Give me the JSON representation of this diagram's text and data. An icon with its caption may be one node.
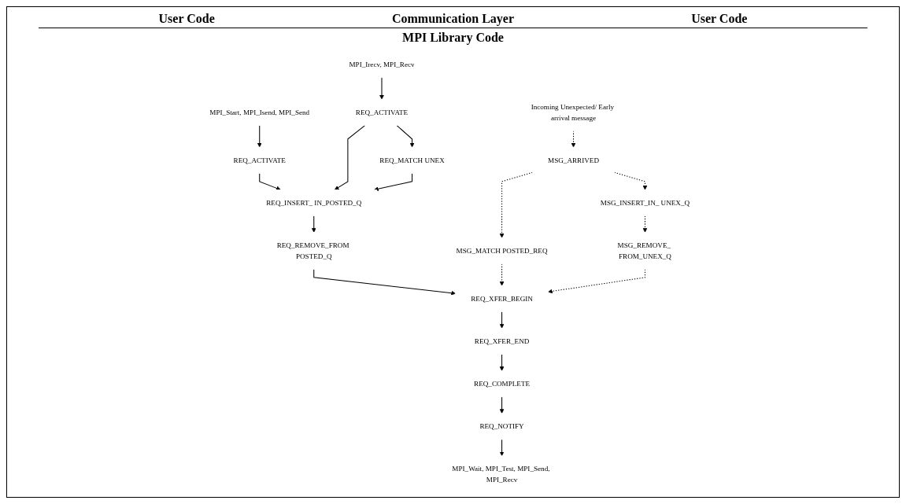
{
  "diagram": {
    "nodes": [
      {
        "text": [
          "MPI_Start, MPI_Isend, MPI_Send"
        ]
      },
      {
        "text": [
          "MPI_Irecv, MPI_Recv"
        ]
      },
      {
        "text": [
          "Incoming Unexpected/ Early arrival message"
        ]
      },
      {
        "text": [
          "MPI_Wait, MPI_Test, MPI_Send, MPI_Recv"
        ]
      },
      {
        "text": [
          "REQ_ACTIVATE"
        ]
      },
      {
        "text": [
          "REQ_ACTIVATE"
        ]
      },
      {
        "text": [
          "MSG_ARRIVED"
        ]
      },
      {
        "text": [
          "REQ_MATCH UNEX"
        ]
      },
      {
        "text": [
          "MSG_MATCH POSTED_REQ"
        ]
      },
      {
        "text": [
          "MSG_INSERT_IN_ UNEX_Q"
        ]
      },
      {
        "text": [
          "REQ_NOTIFY"
        ]
      },
      {
        "text": [
          "REQ_INSERT_ IN_POSTED_Q"
        ]
      },
      {
        "text": [
          "MSG_REMOVE_ FROM_UNEX_Q"
        ]
      },
      {
        "text": [
          "REQ_COMPLETE"
        ]
      },
      {
        "text": [
          "REQ_REMOVE_FROM POSTED_Q"
        ]
      },
      {
        "text": [
          "REQ_XFER_BEGIN"
        ]
      },
      {
        "text": [
          "REQ_XFER_END"
        ]
      }
    ],
    "edges": [
      {
        "from": 0,
        "to": 4,
        "arrow": "to"
      },
      {
        "from": 1,
        "to": 5,
        "arrow": "to"
      },
      {
        "from": 2,
        "to": 6,
        "arrow": "to",
        "style": "dashed"
      },
      {
        "from": 4,
        "to": 11,
        "arrow": "to"
      },
      {
        "from": 5,
        "to": 11,
        "arrow": "to"
      },
      {
        "from": 5,
        "to": 7,
        "arrow": "to"
      },
      {
        "from": 7,
        "to": 11,
        "arrow": "to"
      },
      {
        "from": 6,
        "to": 8,
        "arrow": "to",
        "style": "dashed"
      },
      {
        "from": 6,
        "to": 9,
        "arrow": "to",
        "style": "dashed"
      },
      {
        "from": 9,
        "to": 12,
        "arrow": "to",
        "style": "dashed"
      },
      {
        "from": 11,
        "to": 14,
        "arrow": "to"
      },
      {
        "from": 14,
        "to": 15,
        "arrow": "to"
      },
      {
        "from": 8,
        "to": 15,
        "arrow": "to",
        "style": "dashed"
      },
      {
        "from": 12,
        "to": 15,
        "arrow": "to",
        "style": "dashed"
      },
      {
        "from": 15,
        "to": 16,
        "arrow": "to"
      },
      {
        "from": 16,
        "to": 13,
        "arrow": "to"
      },
      {
        "from": 13,
        "to": 10,
        "arrow": "to"
      },
      {
        "from": 10,
        "to": 3,
        "arrow": "to"
      }
    ],
    "labels": [
      "User Code",
      "Communication Layer",
      "User Code",
      "MPI Library Code"
    ]
  }
}
